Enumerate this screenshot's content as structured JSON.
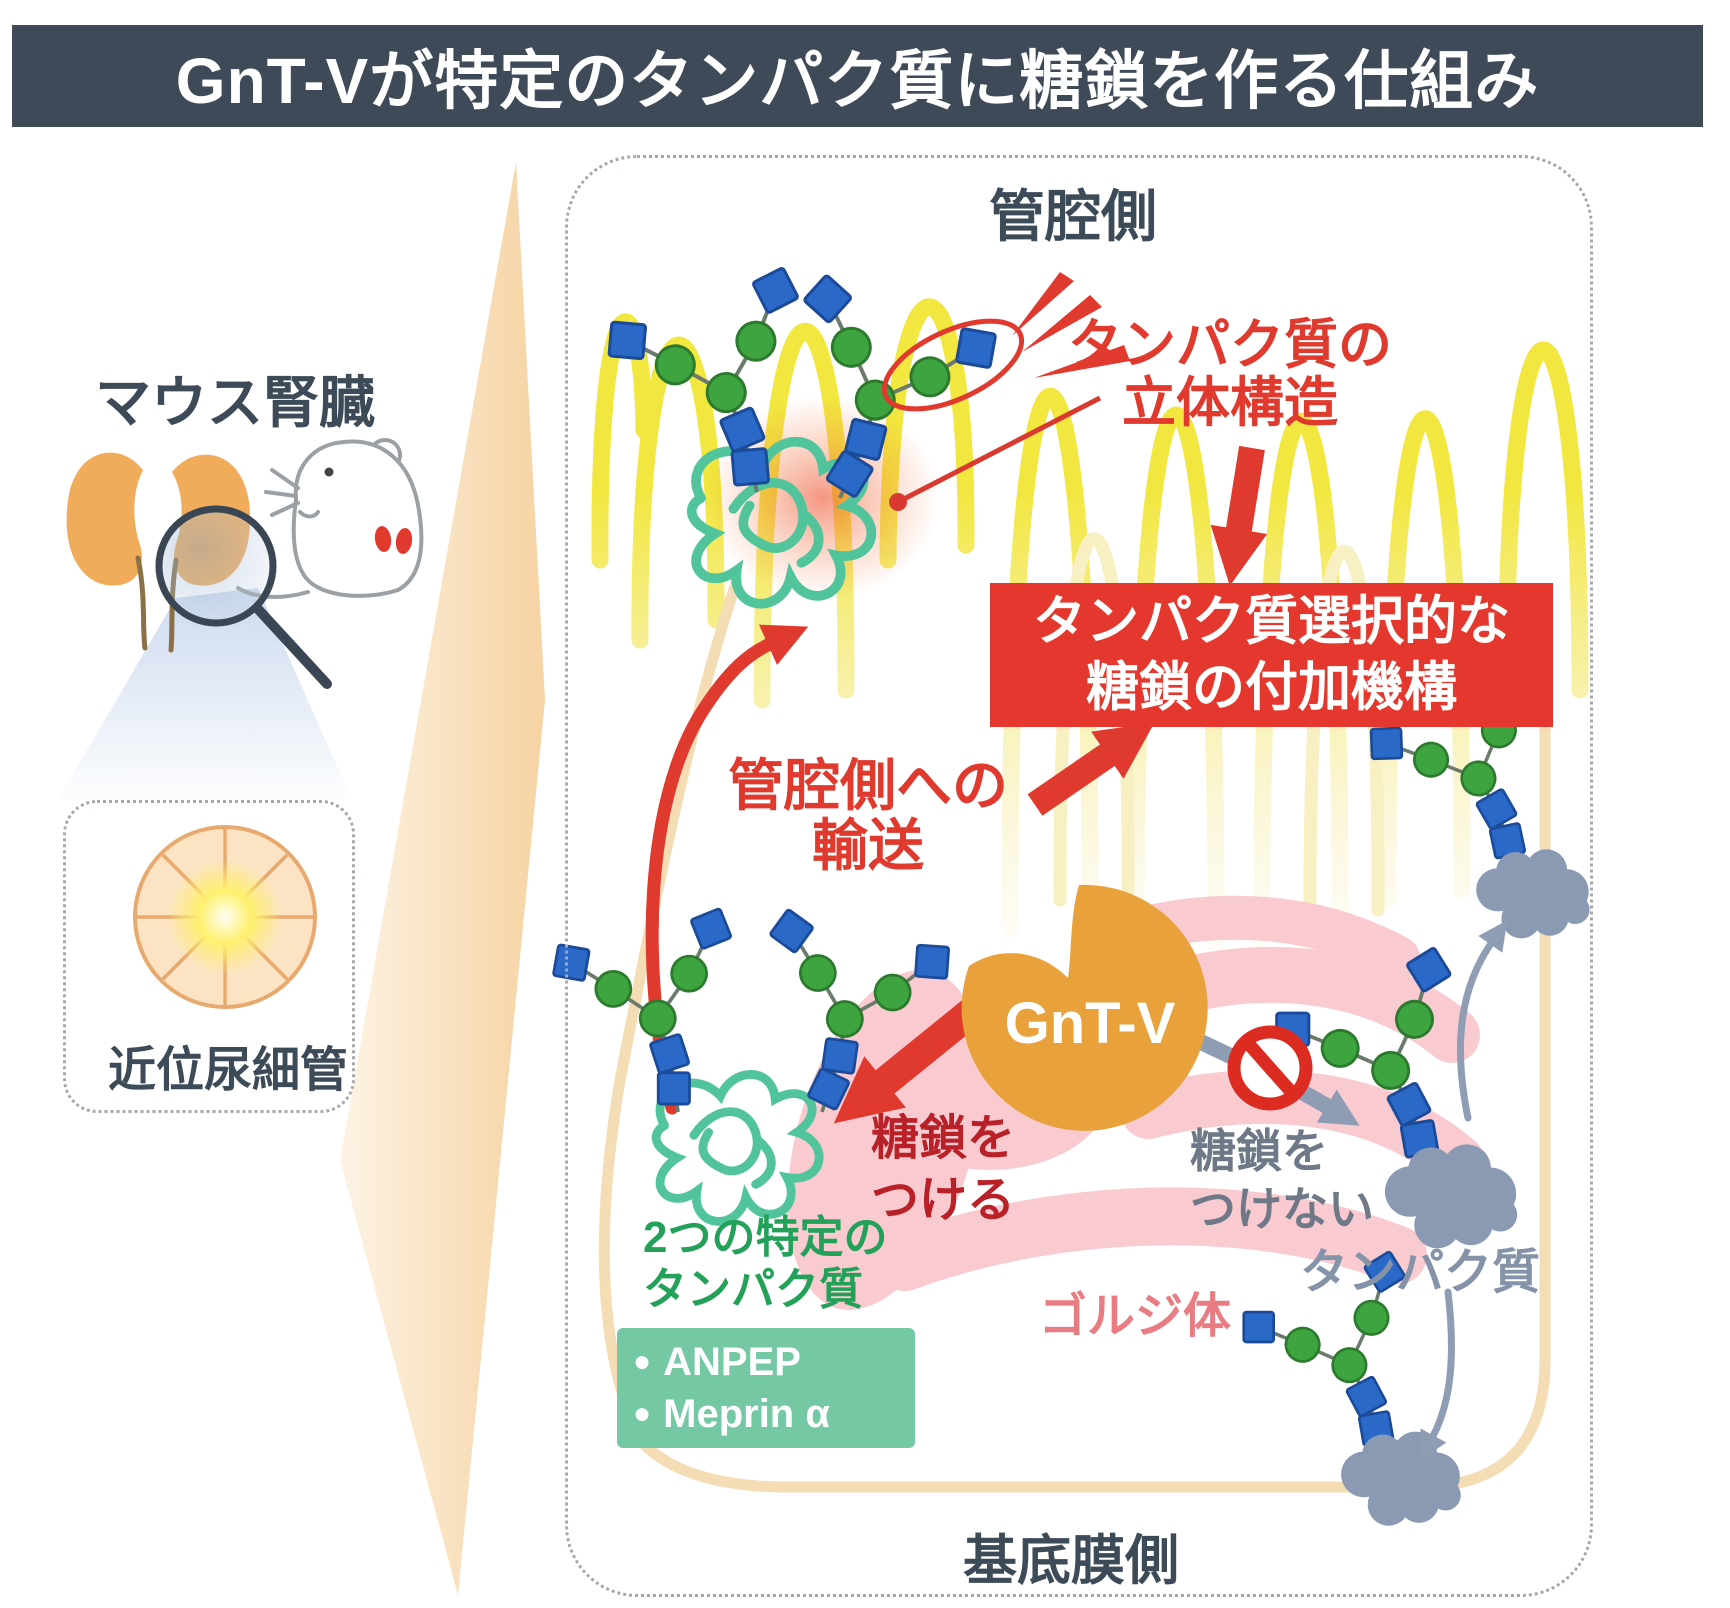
{
  "title": "GnT-Vが特定のタンパク質に糖鎖を作る仕組み",
  "left_panel": {
    "kidney_label": "マウス腎臓",
    "tubule_label": "近位尿細管"
  },
  "cell": {
    "apical_label": "管腔側",
    "basal_label": "基底膜側",
    "structure_annotation": {
      "line1": "タンパク質の",
      "line2": "立体構造"
    },
    "mechanism_box": {
      "line1": "タンパク質選択的な",
      "line2": "糖鎖の付加機構"
    },
    "transport": {
      "line1": "管腔側への",
      "line2": "輸送"
    },
    "enzyme_label": "GnT-V",
    "attach": {
      "line1": "糖鎖を",
      "line2": "つける"
    },
    "no_attach": {
      "line1": "糖鎖を",
      "line2": "つけない"
    },
    "golgi_label": "ゴルジ体",
    "protein_label": "タンパク質",
    "specific_proteins": {
      "line1": "2つの特定の",
      "line2": "タンパク質"
    },
    "protein_box": {
      "bullet": "●",
      "items": [
        "ANPEP",
        "Meprin α"
      ]
    }
  },
  "colors": {
    "title_bar": "#3E4A57",
    "accent_red": "#E4382E",
    "dark_red_text": "#B92128",
    "enzyme_orange": "#E9A23B",
    "kidney_orange": "#F0AC5B",
    "microvilli_yellow": "#F2E73E",
    "protein_teal": "#52C49C",
    "protein_list_box": "#74C8A3",
    "green_text": "#23A159",
    "glycan_blue": "#2A69C8",
    "glycan_green": "#3DA43F",
    "golgi_pink": "#F9CBD1",
    "golgi_label_pink": "#E97B82",
    "gray_protein": "#8A9AB3",
    "gray_text": "#6E7887",
    "membrane_beige": "#F4DCB4"
  }
}
